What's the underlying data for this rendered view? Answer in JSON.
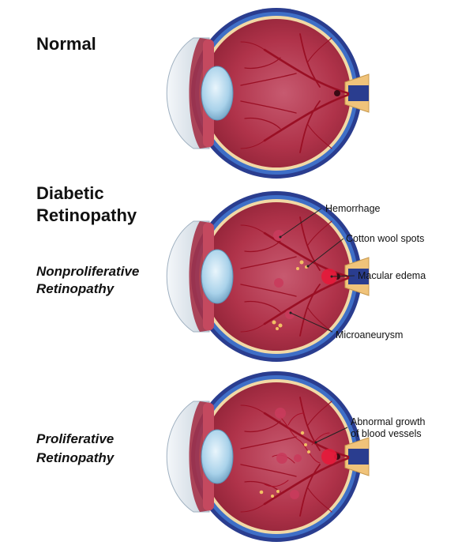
{
  "titles": {
    "normal": "Normal",
    "diabetic_line1": "Diabetic",
    "diabetic_line2": "Retinopathy",
    "nonprolif_line1": "Nonproliferative",
    "nonprolif_line2": "Retinopathy",
    "prolif_line1": "Proliferative",
    "prolif_line2": "Retinopathy"
  },
  "annotations": {
    "hemorrhage": "Hemorrhage",
    "cotton_wool": "Cotton wool spots",
    "macular_edema": "Macular edema",
    "microaneurysm": "Microaneurysm",
    "abnormal_line1": "Abnormal growth",
    "abnormal_line2": "of blood vessels"
  },
  "colors": {
    "sclera_outer": "#2a3d8f",
    "sclera_band": "#3f6fc7",
    "inner_outline": "#f1d9a6",
    "retina": "#b0334a",
    "retina_dark": "#8e2236",
    "vessel": "#9a0f24",
    "hemorrhage": "#c93b5c",
    "lens": "#a9d2ea",
    "cornea": "#dfe6ec",
    "exudate": "#f2c064",
    "optic_nerve": "#f0c37a"
  }
}
